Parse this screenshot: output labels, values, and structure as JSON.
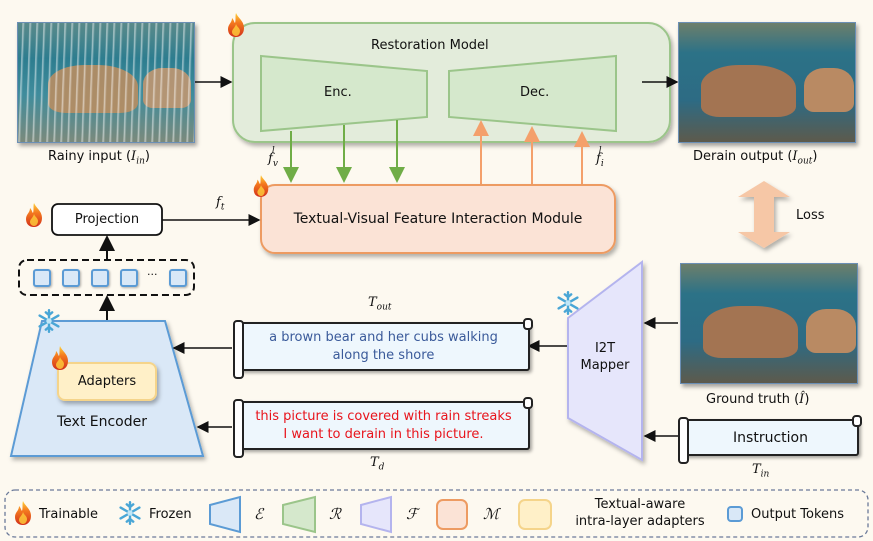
{
  "figure": {
    "restoration_model": {
      "title": "Restoration Model",
      "encoder": "Enc.",
      "decoder": "Dec."
    },
    "interaction_module": {
      "label": "Textual-Visual Feature Interaction Module"
    },
    "projection": {
      "label": "Projection"
    },
    "text_encoder": {
      "label": "Text Encoder",
      "adapters": "Adapters"
    },
    "i2t_mapper": {
      "line1": "I2T",
      "line2": "Mapper"
    },
    "images": {
      "rainy_input": {
        "caption": "Rainy input (",
        "symbol": "I",
        "sub": "in",
        "close": ")"
      },
      "derain_output": {
        "caption": "Derain output (",
        "symbol": "I",
        "sub": "out",
        "close": ")"
      },
      "ground_truth": {
        "caption": "Ground truth (",
        "symbol": "Î",
        "close": ")"
      }
    },
    "loss": {
      "label": "Loss"
    },
    "symbols": {
      "f_v": {
        "base": "f",
        "sub": "v",
        "sup": "l"
      },
      "f_i": {
        "base": "f",
        "sub": "i",
        "sup": "l"
      },
      "f_t": {
        "base": "f",
        "sub": "t"
      },
      "T_out": {
        "base": "T",
        "sub": "out"
      },
      "T_d": {
        "base": "T",
        "sub": "d"
      },
      "T_in": {
        "base": "T",
        "sub": "in"
      }
    },
    "scrolls": {
      "t_out": {
        "line1": "a brown bear and her cubs walking",
        "line2": "along the shore",
        "color": "#3a5a9a"
      },
      "t_d": {
        "line1": "this picture is covered with rain streaks",
        "line2": "I want to derain in this picture.",
        "color": "#e8141c"
      },
      "instruction": {
        "label": "Instruction"
      }
    },
    "token_ellipsis": "···"
  },
  "legend": {
    "trainable": "Trainable",
    "frozen": "Frozen",
    "encoder_symbol": "ℰ",
    "restoration_symbol": "ℛ",
    "mapper_symbol": "ℱ",
    "module_symbol": "ℳ",
    "adapters_line1": "Textual-aware",
    "adapters_line2": "intra-layer adapters",
    "output_tokens": "Output Tokens"
  },
  "colors": {
    "restoration_fill": "#e3ecdb",
    "restoration_border": "#9bc58a",
    "encoder_fill": "#d5e8cc",
    "green_arrow": "#70ad47",
    "orange_arrow": "#f4a06b",
    "module_fill": "#fbe3d6",
    "module_border": "#ed9b62",
    "text_encoder_fill": "#dae8f7",
    "text_encoder_border": "#5b9bd5",
    "mapper_fill": "#e6e6fb",
    "mapper_border": "#b4b4ee",
    "adapter_fill": "#fff0c8",
    "adapter_border": "#f5d48a",
    "loss_arrow": "#f6c7a6",
    "background": "#fdf9f0"
  }
}
